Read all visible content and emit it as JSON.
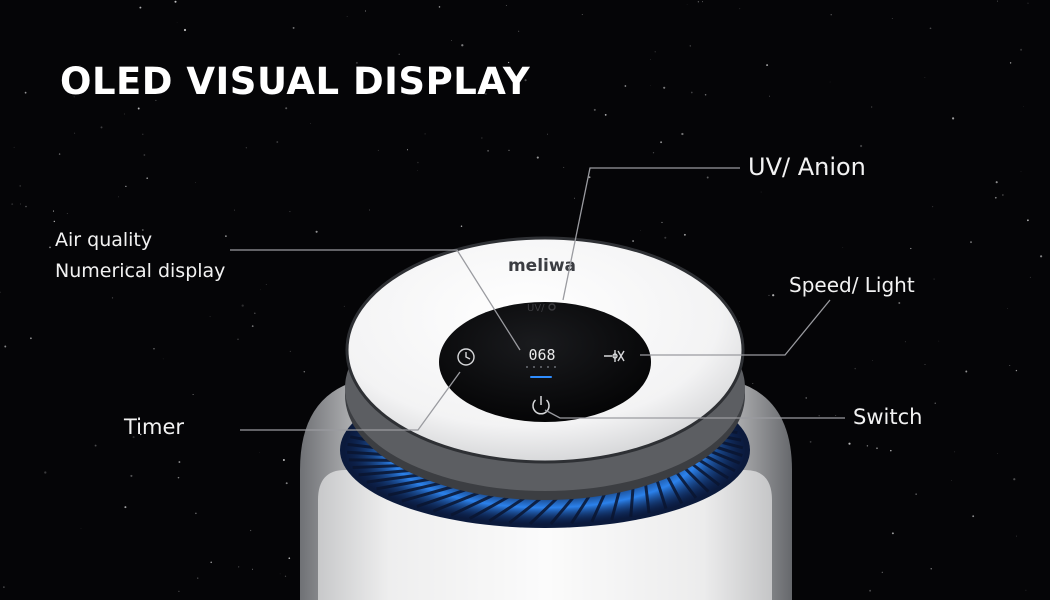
{
  "heading": "OLED VISUAL DISPLAY",
  "product": {
    "brand": "meliwa",
    "display_reading": "068",
    "uv_icon_text": "UV/"
  },
  "callouts": {
    "uv_anion": "UV/ Anion",
    "air_quality_line1": "Air quality",
    "air_quality_line2": "Numerical display",
    "speed_light": "Speed/ Light",
    "timer": "Timer",
    "switch": "Switch"
  },
  "icons": [
    "timer-icon",
    "fan-speed-icon",
    "power-icon",
    "uv-anion-icon"
  ],
  "colors": {
    "background": "#050507",
    "text": "#ffffff",
    "glow": "#2f8dff",
    "panel": "#0a0a0c",
    "body": "#f4f4f4"
  }
}
